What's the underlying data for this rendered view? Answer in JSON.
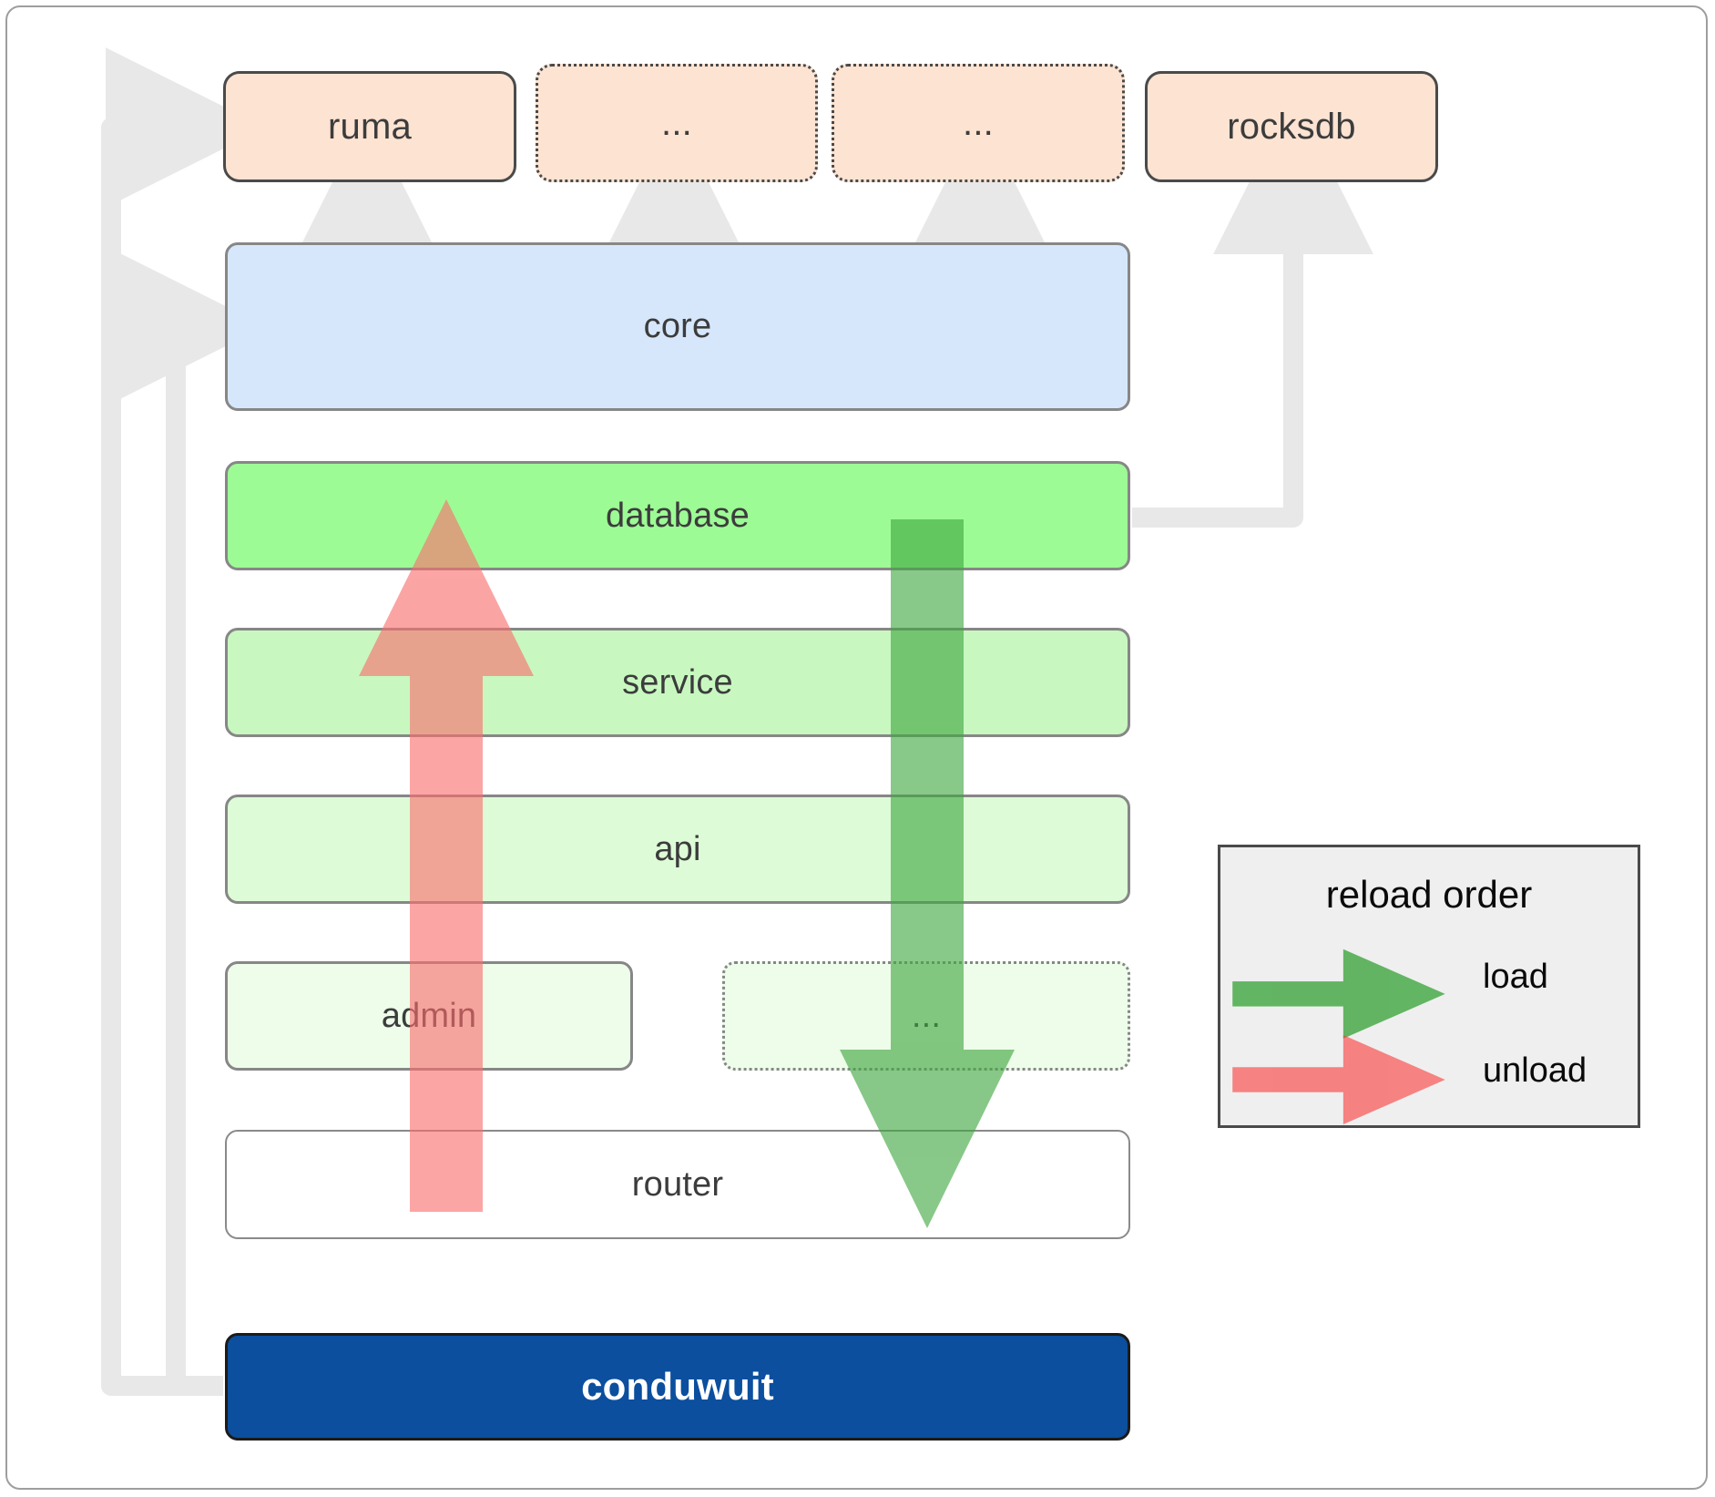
{
  "diagram": {
    "title": "conduwuit crate architecture / reload order",
    "dependency_row": [
      {
        "id": "ruma",
        "label": "ruma",
        "style": "solid"
      },
      {
        "id": "dep-ellipsis-1",
        "label": "...",
        "style": "dotted"
      },
      {
        "id": "dep-ellipsis-2",
        "label": "...",
        "style": "dotted"
      },
      {
        "id": "rocksdb",
        "label": "rocksdb",
        "style": "solid"
      }
    ],
    "stack": [
      {
        "id": "core",
        "label": "core",
        "color": "#d6e7fb"
      },
      {
        "id": "database",
        "label": "database",
        "color": "#9dfb95"
      },
      {
        "id": "service",
        "label": "service",
        "color": "#c8f8c0"
      },
      {
        "id": "api",
        "label": "api",
        "color": "#ddfbd7"
      },
      {
        "id": "admin",
        "label": "admin",
        "color": "#edfdea"
      },
      {
        "id": "stack-ellipsis",
        "label": "...",
        "color": "#edfdea"
      },
      {
        "id": "router",
        "label": "router",
        "color": "#ffffff"
      }
    ],
    "application": {
      "id": "conduwuit",
      "label": "conduwuit",
      "color": "#0b4f9e"
    },
    "legend": {
      "title": "reload order",
      "entries": [
        {
          "id": "load",
          "label": "load",
          "color": "#5cb15c"
        },
        {
          "id": "unload",
          "label": "unload",
          "color": "#f98a8a"
        }
      ]
    },
    "flow_arrows": [
      {
        "id": "unload-arrow",
        "direction": "up",
        "color": "#f98a8a",
        "from": "router",
        "to": "database"
      },
      {
        "id": "load-arrow",
        "direction": "down",
        "color": "#5cb15c",
        "from": "database",
        "to": "router"
      }
    ],
    "colors": {
      "dependency_fill": "#fde3d2",
      "dependency_stroke": "#4a4a4a",
      "node_stroke": "#878787",
      "connector": "#e8e8e8",
      "load": "#5cb15c",
      "unload": "#f98a8a",
      "legend_bg": "#efefef",
      "app_fill": "#0b4f9e"
    }
  }
}
